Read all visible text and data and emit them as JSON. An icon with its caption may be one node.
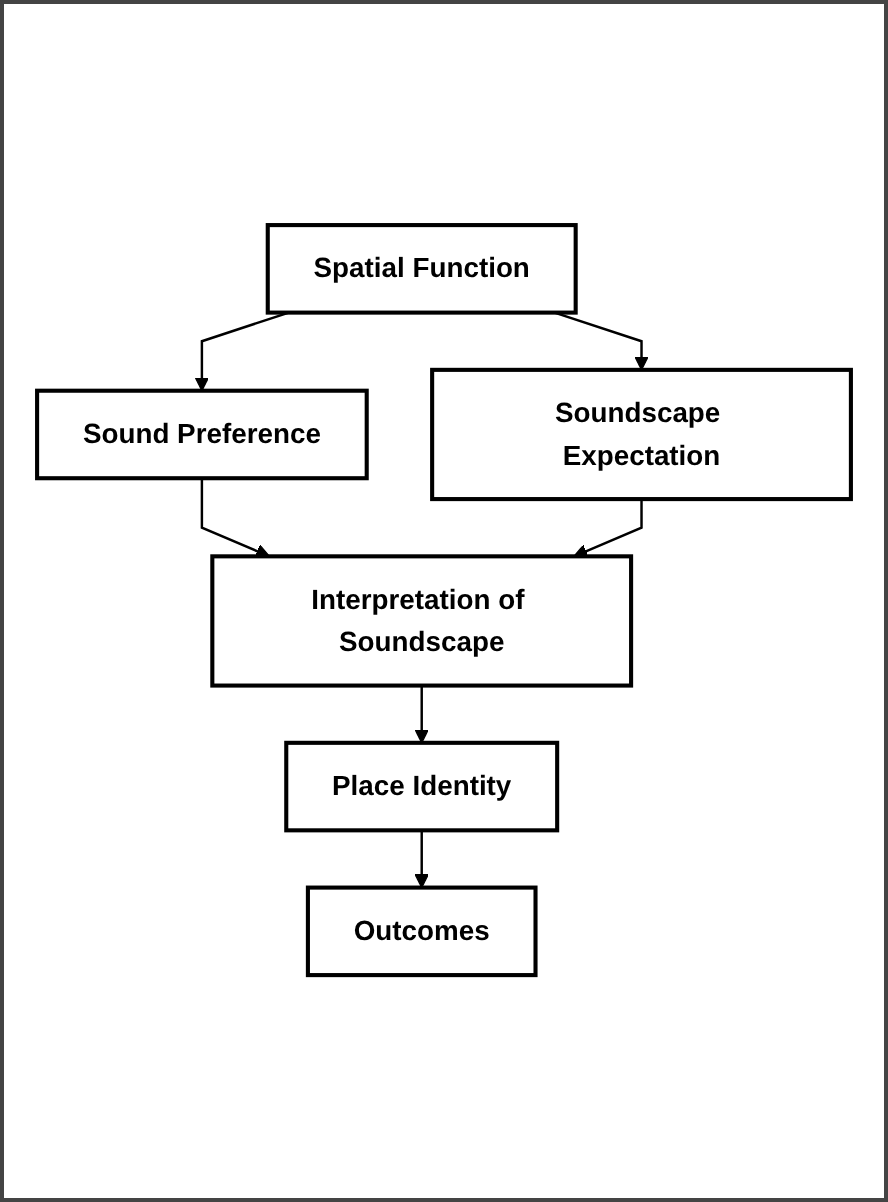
{
  "diagram": {
    "nodes": [
      {
        "text": [
          "Spatial Function"
        ]
      },
      {
        "text": [
          "Sound Preference"
        ]
      },
      {
        "text": [
          "Soundscape Expectation"
        ]
      },
      {
        "text": [
          "Interpretation of Soundscape"
        ]
      },
      {
        "text": [
          "Place Identity"
        ]
      },
      {
        "text": [
          "Outcomes"
        ]
      }
    ],
    "edges": [
      {
        "from": 0,
        "to": 1,
        "arrow": "to"
      },
      {
        "from": 0,
        "to": 2,
        "arrow": "to"
      },
      {
        "from": 1,
        "to": 3,
        "arrow": "to"
      },
      {
        "from": 2,
        "to": 3,
        "arrow": "to"
      },
      {
        "from": 3,
        "to": 4,
        "arrow": "to"
      },
      {
        "from": 4,
        "to": 5,
        "arrow": "to"
      }
    ]
  }
}
